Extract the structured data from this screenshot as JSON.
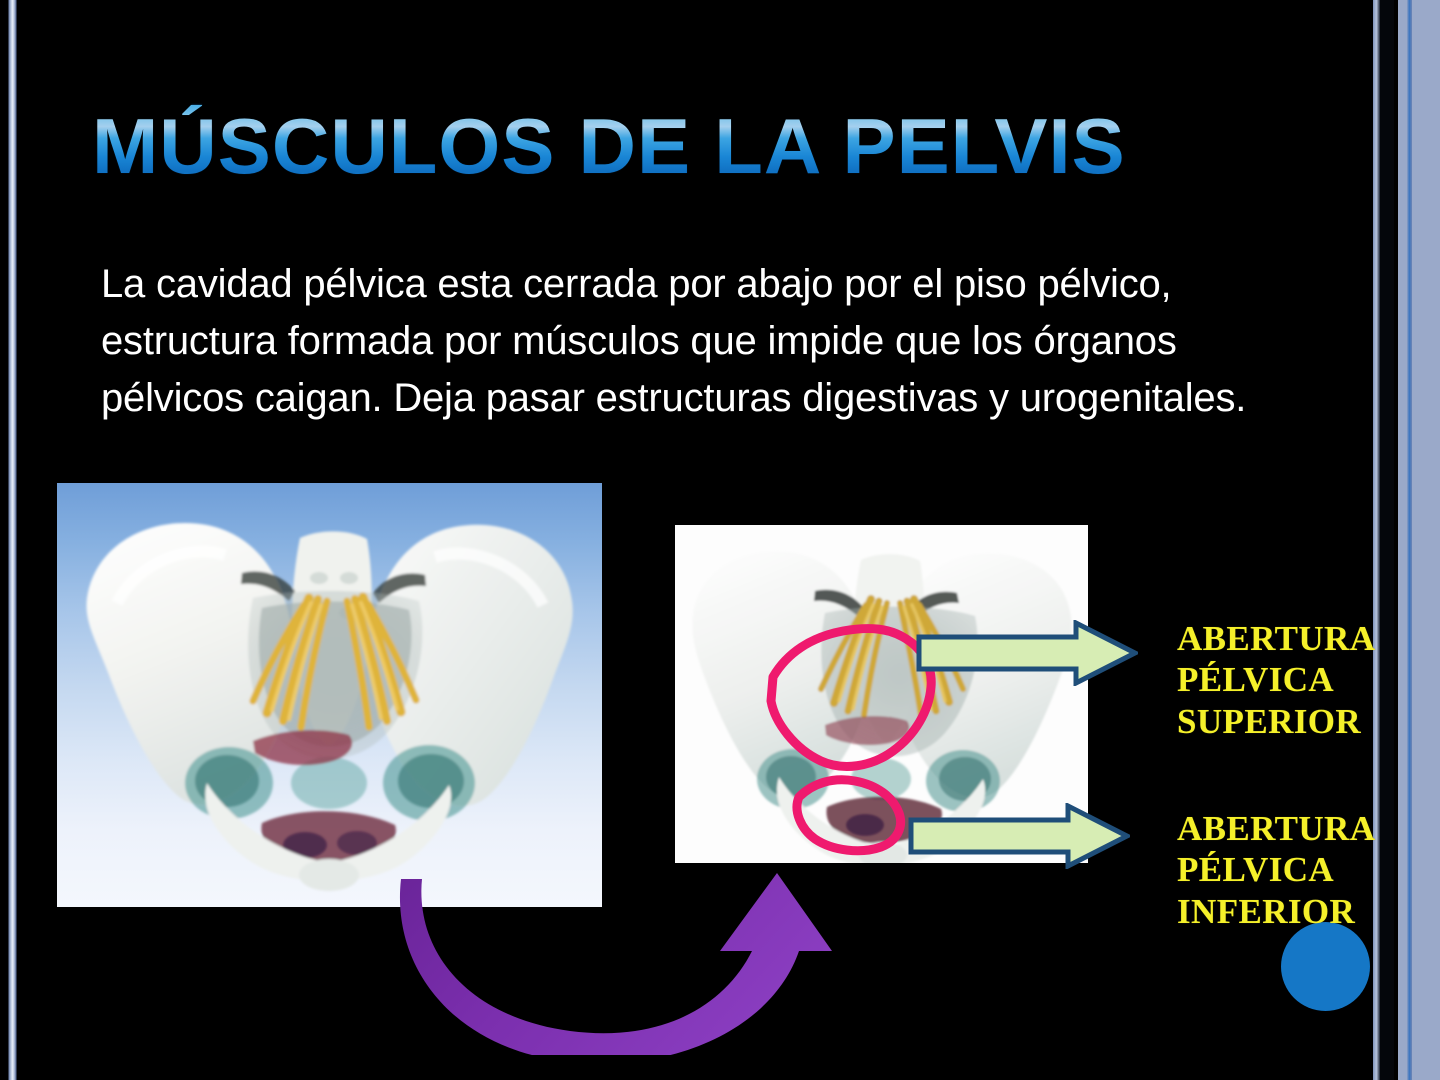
{
  "slide": {
    "title": "MÚSCULOS DE LA PELVIS",
    "body": "La cavidad pélvica esta cerrada por abajo por el piso pélvico, estructura formada por músculos que impide que los órganos pélvicos  caigan. Deja pasar estructuras digestivas y urogenitales.",
    "background_color": "#000000",
    "title_color": "#4fb9ef",
    "body_color": "#ffffff"
  },
  "callouts": [
    {
      "id": "superior",
      "text": "ABERTURA\nPÉLVICA\nSUPERIOR",
      "color": "#f5f02a"
    },
    {
      "id": "inferior",
      "text": "ABERTURA\nPÉLVICA\nINFERIOR",
      "color": "#f5f02a"
    }
  ],
  "figures": {
    "left": {
      "caption": "",
      "alt": "Modelo anatómico de pelvis ósea con nervios sacros amarillos sobre fondo azul degradado",
      "background": "#8fb4e2"
    },
    "right": {
      "caption": "",
      "alt": "Modelo anatómico de pelvis con dos regiones marcadas en rosa: abertura pélvica superior e inferior",
      "background": "#ffffff",
      "highlight_color": "#ef1a6e"
    }
  },
  "graphics": {
    "arrow_green_fill": "#d7edb4",
    "arrow_green_stroke": "#1f4e79",
    "arrow_purple_fill": "#7b2fae",
    "blue_dot_color": "#1577c6",
    "edge_band_color": "#9aa9c9"
  }
}
